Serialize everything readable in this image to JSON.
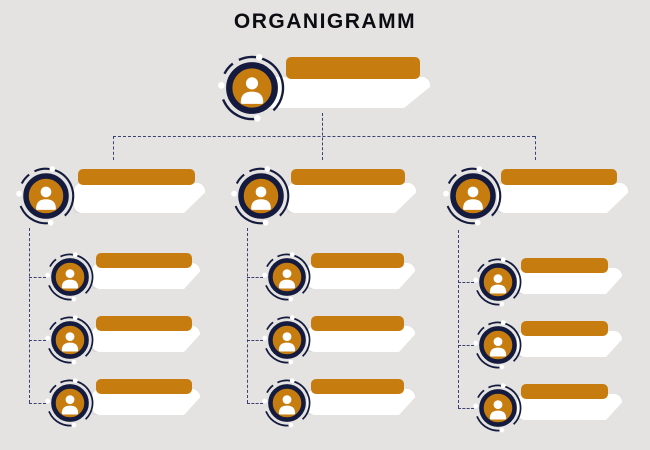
{
  "title": "ORGANIGRAMM",
  "theme": {
    "background": "#e4e3e1",
    "accent": "#c67c0e",
    "navy": "#141b3e",
    "card": "#ffffff",
    "connector": "#3b4273",
    "title_color": "#0c0c13"
  },
  "org_chart": {
    "type": "org-tree",
    "levels": 3,
    "root": {
      "id": "root",
      "label": ""
    },
    "branches": [
      {
        "manager": {
          "id": "manager-1",
          "label": ""
        },
        "reports": [
          {
            "id": "report-1-1",
            "label": ""
          },
          {
            "id": "report-1-2",
            "label": ""
          },
          {
            "id": "report-1-3",
            "label": ""
          }
        ]
      },
      {
        "manager": {
          "id": "manager-2",
          "label": ""
        },
        "reports": [
          {
            "id": "report-2-1",
            "label": ""
          },
          {
            "id": "report-2-2",
            "label": ""
          },
          {
            "id": "report-2-3",
            "label": ""
          }
        ]
      },
      {
        "manager": {
          "id": "manager-3",
          "label": ""
        },
        "reports": [
          {
            "id": "report-3-1",
            "label": ""
          },
          {
            "id": "report-3-2",
            "label": ""
          },
          {
            "id": "report-3-3",
            "label": ""
          }
        ]
      }
    ]
  },
  "icons": {
    "avatar": "person-icon"
  }
}
